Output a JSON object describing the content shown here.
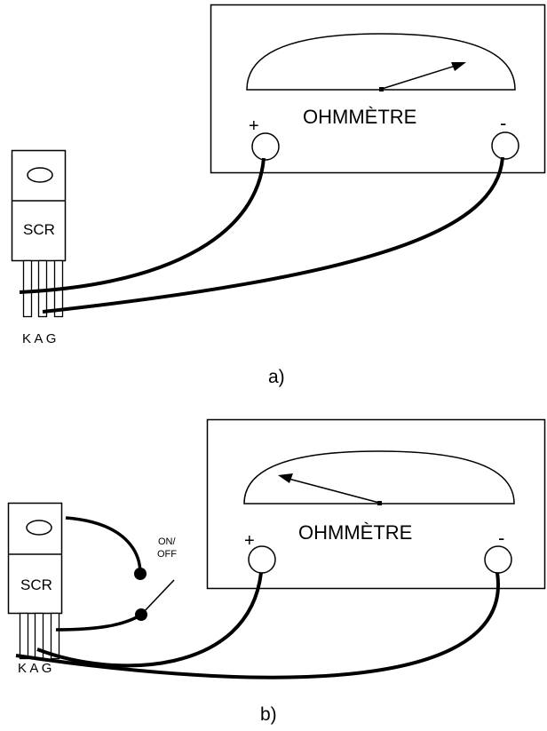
{
  "diagram_a": {
    "meter_label": "OHMMÈTRE",
    "plus_label": "+",
    "minus_label": "-",
    "component_label": "SCR",
    "pin_labels": "K A G",
    "caption": "a)"
  },
  "diagram_b": {
    "meter_label": "OHMMÈTRE",
    "plus_label": "+",
    "minus_label": "-",
    "component_label": "SCR",
    "pin_labels": "K A G",
    "switch_label_line1": "ON/",
    "switch_label_line2": "OFF",
    "caption": "b)"
  }
}
